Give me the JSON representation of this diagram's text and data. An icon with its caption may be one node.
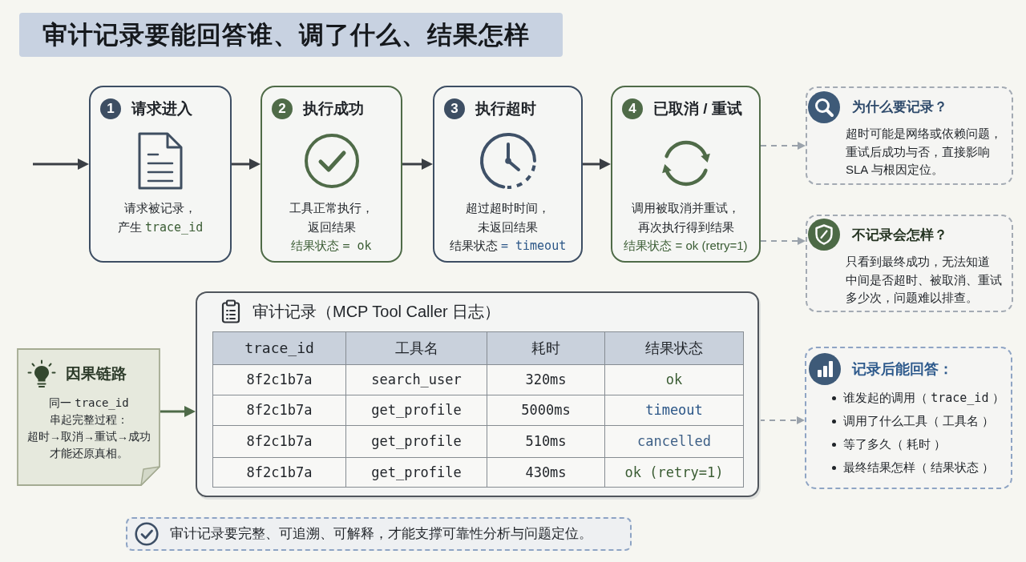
{
  "diagram": {
    "title": "审计记录要能回答谁、调了什么、结果怎样",
    "nodes": [
      {
        "text": [
          "1",
          "请求进入",
          "请求被记录，产生 trace_id"
        ]
      },
      {
        "text": [
          "2",
          "执行成功",
          "工具正常执行，返回结果",
          "结果状态 = ok"
        ]
      },
      {
        "text": [
          "3",
          "执行超时",
          "超过超时时间，未返回结果",
          "结果状态 = timeout"
        ]
      },
      {
        "text": [
          "4",
          "已取消 / 重试",
          "调用被取消并重试，再次执行得到结果",
          "结果状态 = ok (retry=1)"
        ]
      },
      {
        "text": [
          "为什么要记录？",
          "超时可能是网络或依赖问题，重试后成功与否，直接影响 SLA 与根因定位。"
        ]
      },
      {
        "text": [
          "不记录会怎样？",
          "只看到最终成功，无法知道中间是否超时、被取消、重试多少次，问题难以排查。"
        ]
      },
      {
        "text": [
          "审计记录（MCP Tool Caller 日志）"
        ]
      },
      {
        "text": [
          "因果链路",
          "同一 trace_id串起完整过程：超时→取消→重试→成功才能还原真相。"
        ]
      },
      {
        "text": [
          "记录后能回答：",
          "谁发起的调用（ trace_id ）",
          "调用了什么工具（ 工具名 ）",
          "等了多久（ 耗时 ）",
          "最终结果怎样（ 结果状态 ）"
        ]
      },
      {
        "text": [
          "审计记录要完整、可追溯、可解释，才能支撑可靠性分析与问题定位。"
        ]
      }
    ],
    "edges": [
      {
        "from": null,
        "to": 0,
        "arrow": "to"
      },
      {
        "from": 0,
        "to": 1,
        "arrow": "to"
      },
      {
        "from": 1,
        "to": 2,
        "arrow": "to"
      },
      {
        "from": 2,
        "to": 3,
        "arrow": "to"
      },
      {
        "from": 3,
        "to": 4,
        "arrow": "to",
        "style": "dashed",
        "color": "#9aa2ab"
      },
      {
        "from": 3,
        "to": 5,
        "arrow": "to",
        "style": "dashed",
        "color": "#9aa2ab"
      },
      {
        "from": 7,
        "to": 6,
        "arrow": "to",
        "color": "#4e6a48"
      },
      {
        "from": 6,
        "to": 8,
        "arrow": "to",
        "style": "dashed",
        "color": "#9aa2ab"
      }
    ],
    "labels": [
      "trace_id",
      "工具名",
      "耗时",
      "结果状态",
      "8f2c1b7a",
      "search_user",
      "320ms",
      "ok",
      "8f2c1b7a",
      "get_profile",
      "5000ms",
      "timeout",
      "8f2c1b7a",
      "get_profile",
      "510ms",
      "cancelled",
      "8f2c1b7a",
      "get_profile",
      "430ms",
      "ok (retry=1)"
    ]
  }
}
